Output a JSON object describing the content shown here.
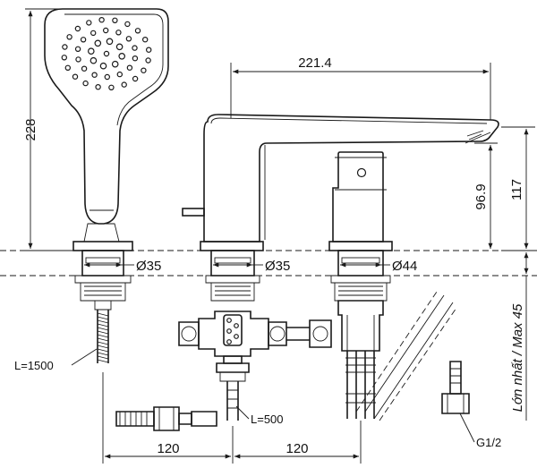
{
  "dimensions": {
    "spout_reach": "221.4",
    "shower_height": "228",
    "spout_height": "117",
    "handle_height": "96.9",
    "diameter_shower": "Ø35",
    "diameter_spout": "Ø35",
    "diameter_valve": "Ø44",
    "spacing_left": "120",
    "spacing_right": "120",
    "hose_length": "L=1500",
    "tube_length": "L=500",
    "thread": "G1/2",
    "max_deck": "Lớn nhất / Max 45"
  }
}
